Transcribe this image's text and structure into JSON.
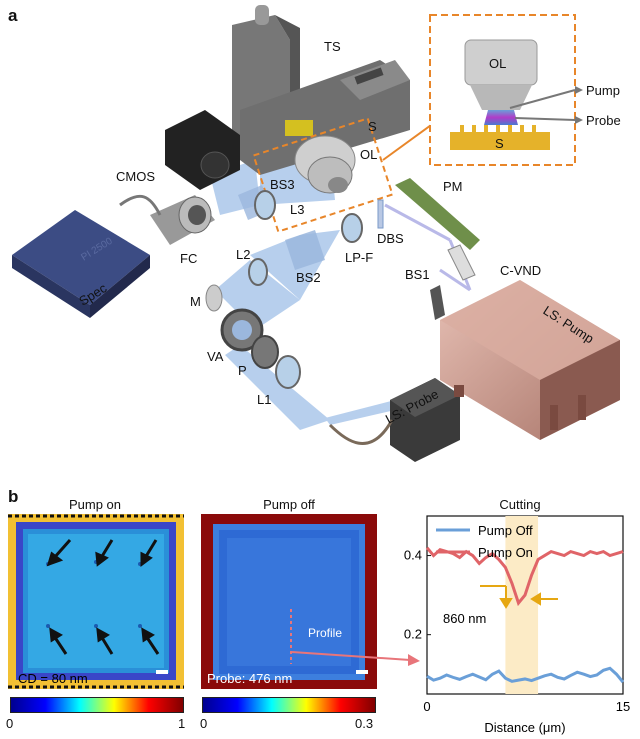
{
  "panel_a": {
    "letter": "a",
    "labels": {
      "ts": "TS",
      "s": "S",
      "ol": "OL",
      "cmos": "CMOS",
      "bs3": "BS3",
      "l3": "L3",
      "pm": "PM",
      "fc": "FC",
      "dbs": "DBS",
      "lpf": "LP-F",
      "l2": "L2",
      "bs2": "BS2",
      "bs1": "BS1",
      "cvnd": "C-VND",
      "spec": "Spec",
      "m": "M",
      "va": "VA",
      "p": "P",
      "l1": "L1",
      "ls_probe": "LS: Probe",
      "ls_pump": "LS: Pump",
      "spec_box_text": "PI 2500"
    },
    "inset": {
      "ol": "OL",
      "s": "S",
      "pump": "Pump",
      "probe": "Probe"
    }
  },
  "panel_b": {
    "letter": "b",
    "pump_on": {
      "title": "Pump on",
      "annotation": "CD = 80 nm",
      "colorbar_min": "0",
      "colorbar_max": "1"
    },
    "pump_off": {
      "title": "Pump off",
      "annotation": "Probe: 476 nm",
      "profile_label": "Profile",
      "colorbar_min": "0",
      "colorbar_max": "0.3"
    },
    "colors": {
      "accent_orange": "#e8862a",
      "profile_arrow": "#e8757a"
    }
  },
  "chart_data": {
    "type": "line",
    "title": "Cutting",
    "xlabel": "Distance (μm)",
    "ylabel": "",
    "xlim": [
      0,
      15
    ],
    "ylim": [
      0.05,
      0.5
    ],
    "xticks": [
      "0",
      "15"
    ],
    "yticks": [
      "0.2",
      "0.4"
    ],
    "legend_position": "top",
    "annotation": "860 nm",
    "highlight_band": [
      6.0,
      8.5
    ],
    "series": [
      {
        "name": "Pump Off",
        "color": "#6a9fd8",
        "x": [
          0,
          0.5,
          1,
          1.5,
          2,
          2.5,
          3,
          3.5,
          4,
          4.5,
          5,
          5.5,
          6,
          6.5,
          7,
          7.5,
          8,
          8.5,
          9,
          9.5,
          10,
          10.5,
          11,
          11.5,
          12,
          12.5,
          13,
          13.5,
          14,
          14.5,
          15
        ],
        "values": [
          0.095,
          0.085,
          0.09,
          0.098,
          0.092,
          0.087,
          0.094,
          0.1,
          0.093,
          0.086,
          0.1,
          0.108,
          0.09,
          0.082,
          0.085,
          0.088,
          0.084,
          0.09,
          0.096,
          0.1,
          0.092,
          0.088,
          0.097,
          0.105,
          0.1,
          0.094,
          0.098,
          0.11,
          0.115,
          0.1,
          0.08
        ]
      },
      {
        "name": "Pump On",
        "color": "#e06468",
        "x": [
          0,
          0.5,
          1,
          1.5,
          2,
          2.5,
          3,
          3.5,
          4,
          4.5,
          5,
          5.5,
          6,
          6.5,
          7,
          7.5,
          8,
          8.5,
          9,
          9.5,
          10,
          10.5,
          11,
          11.5,
          12,
          12.5,
          13,
          13.5,
          14,
          14.5,
          15
        ],
        "values": [
          0.42,
          0.4,
          0.415,
          0.41,
          0.405,
          0.395,
          0.41,
          0.4,
          0.38,
          0.395,
          0.405,
          0.39,
          0.37,
          0.33,
          0.28,
          0.3,
          0.35,
          0.39,
          0.4,
          0.41,
          0.405,
          0.4,
          0.41,
          0.405,
          0.4,
          0.41,
          0.405,
          0.41,
          0.4,
          0.405,
          0.41
        ]
      }
    ]
  }
}
